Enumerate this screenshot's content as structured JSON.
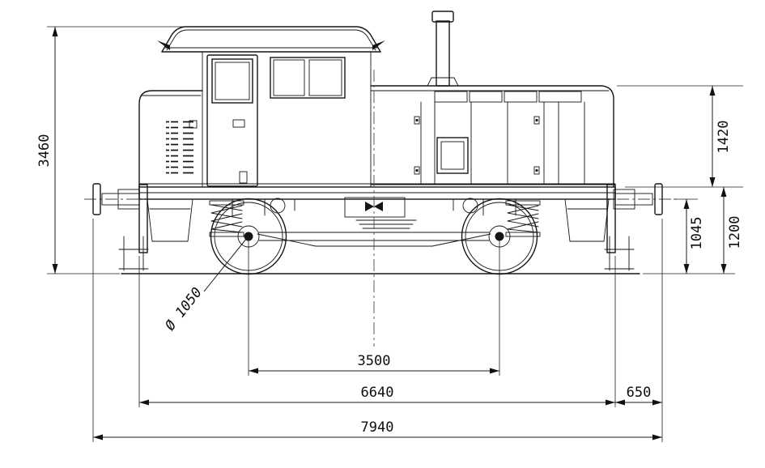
{
  "drawing": {
    "subject": "diesel shunting locomotive side elevation",
    "dims": {
      "total_height": "3460",
      "hood_height": "1420",
      "frame_height": "1200",
      "buffer_axis_height": "1045",
      "wheel_diameter": "Ø 1050",
      "wheelbase": "3500",
      "frame_length": "6640",
      "buffer_projection": "650",
      "length_over_buffers": "7940"
    }
  }
}
